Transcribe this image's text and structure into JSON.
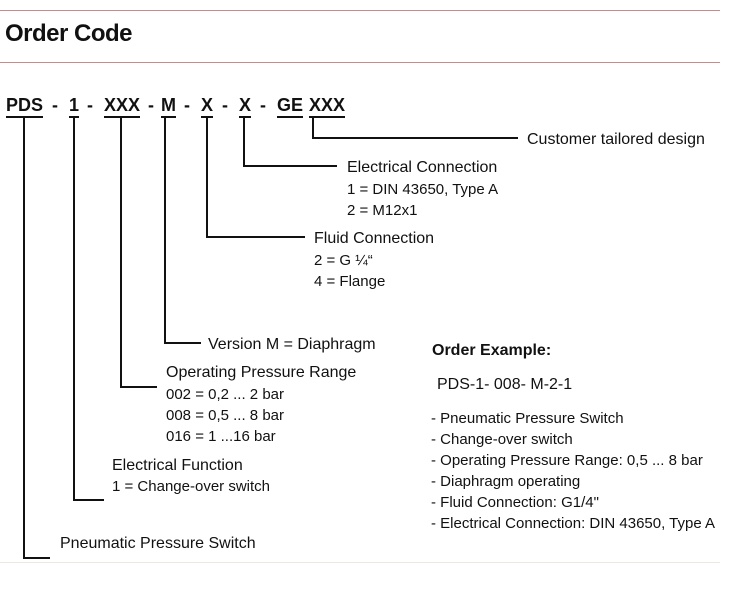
{
  "page": {
    "title": "Order Code"
  },
  "code": {
    "parts": [
      "PDS",
      "1",
      "XXX",
      "M",
      "X",
      "X",
      "GE",
      "XXX"
    ],
    "separator": "-"
  },
  "legend": {
    "customer": "Customer tailored design",
    "electrical_connection": {
      "title": "Electrical Connection",
      "options": [
        "1 = DIN 43650, Type A",
        "2 = M12x1"
      ]
    },
    "fluid_connection": {
      "title": "Fluid Connection",
      "options": [
        "2 =  G ¼“",
        "4 = Flange"
      ]
    },
    "version": "Version M = Diaphragm",
    "pressure_range": {
      "title": "Operating Pressure Range",
      "options": [
        "002 = 0,2 ...  2 bar",
        "008 = 0,5 ...  8 bar",
        "016 =   1 ...16 bar"
      ]
    },
    "electrical_function": {
      "title": "Electrical Function",
      "options": [
        "1 = Change-over switch"
      ]
    },
    "base": "Pneumatic Pressure Switch"
  },
  "example": {
    "title": "Order Example:",
    "code": "PDS-1- 008- M-2-1",
    "items": [
      "- Pneumatic Pressure Switch",
      "- Change-over switch",
      "- Operating Pressure Range: 0,5 ... 8 bar",
      "- Diaphragm operating",
      "- Fluid Connection: G1/4\"",
      "- Electrical Connection: DIN 43650, Type A"
    ]
  }
}
